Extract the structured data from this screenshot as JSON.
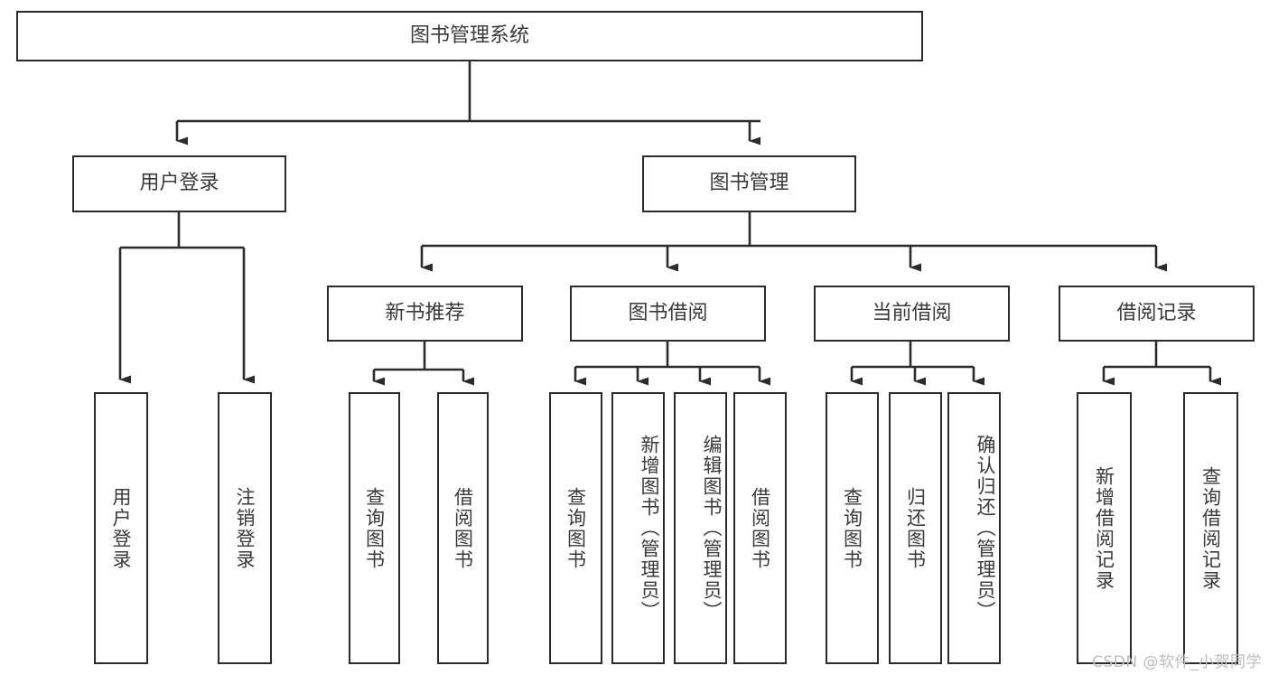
{
  "diagram": {
    "title": "图书管理系统",
    "type": "hierarchy-tree",
    "orientation": "top-down",
    "root": {
      "label": "图书管理系统"
    },
    "level2": [
      {
        "label": "用户登录"
      },
      {
        "label": "图书管理"
      }
    ],
    "level3": [
      {
        "label": "新书推荐"
      },
      {
        "label": "图书借阅"
      },
      {
        "label": "当前借阅"
      },
      {
        "label": "借阅记录"
      }
    ],
    "leaves": {
      "user_login": [
        {
          "label": "用户登录"
        },
        {
          "label": "注销登录"
        }
      ],
      "new_book_recommend": [
        {
          "label": "查询图书"
        },
        {
          "label": "借阅图书"
        }
      ],
      "book_borrow": [
        {
          "label": "查询图书"
        },
        {
          "label": "新增图书（管理员）"
        },
        {
          "label": "编辑图书（管理员）"
        },
        {
          "label": "借阅图书"
        }
      ],
      "current_borrow": [
        {
          "label": "查询图书"
        },
        {
          "label": "归还图书"
        },
        {
          "label": "确认归还（管理员）"
        }
      ],
      "borrow_record": [
        {
          "label": "新增借阅记录"
        },
        {
          "label": "查询借阅记录"
        }
      ]
    }
  },
  "watermark": {
    "text": "CSDN @软件_小贺同学"
  },
  "colors": {
    "box_border": "#2b2b2b",
    "box_fill": "#ffffff",
    "text": "#3a3a3a",
    "edge": "#2b2b2b",
    "watermark": "#bdbdbd",
    "background": "#ffffff"
  }
}
